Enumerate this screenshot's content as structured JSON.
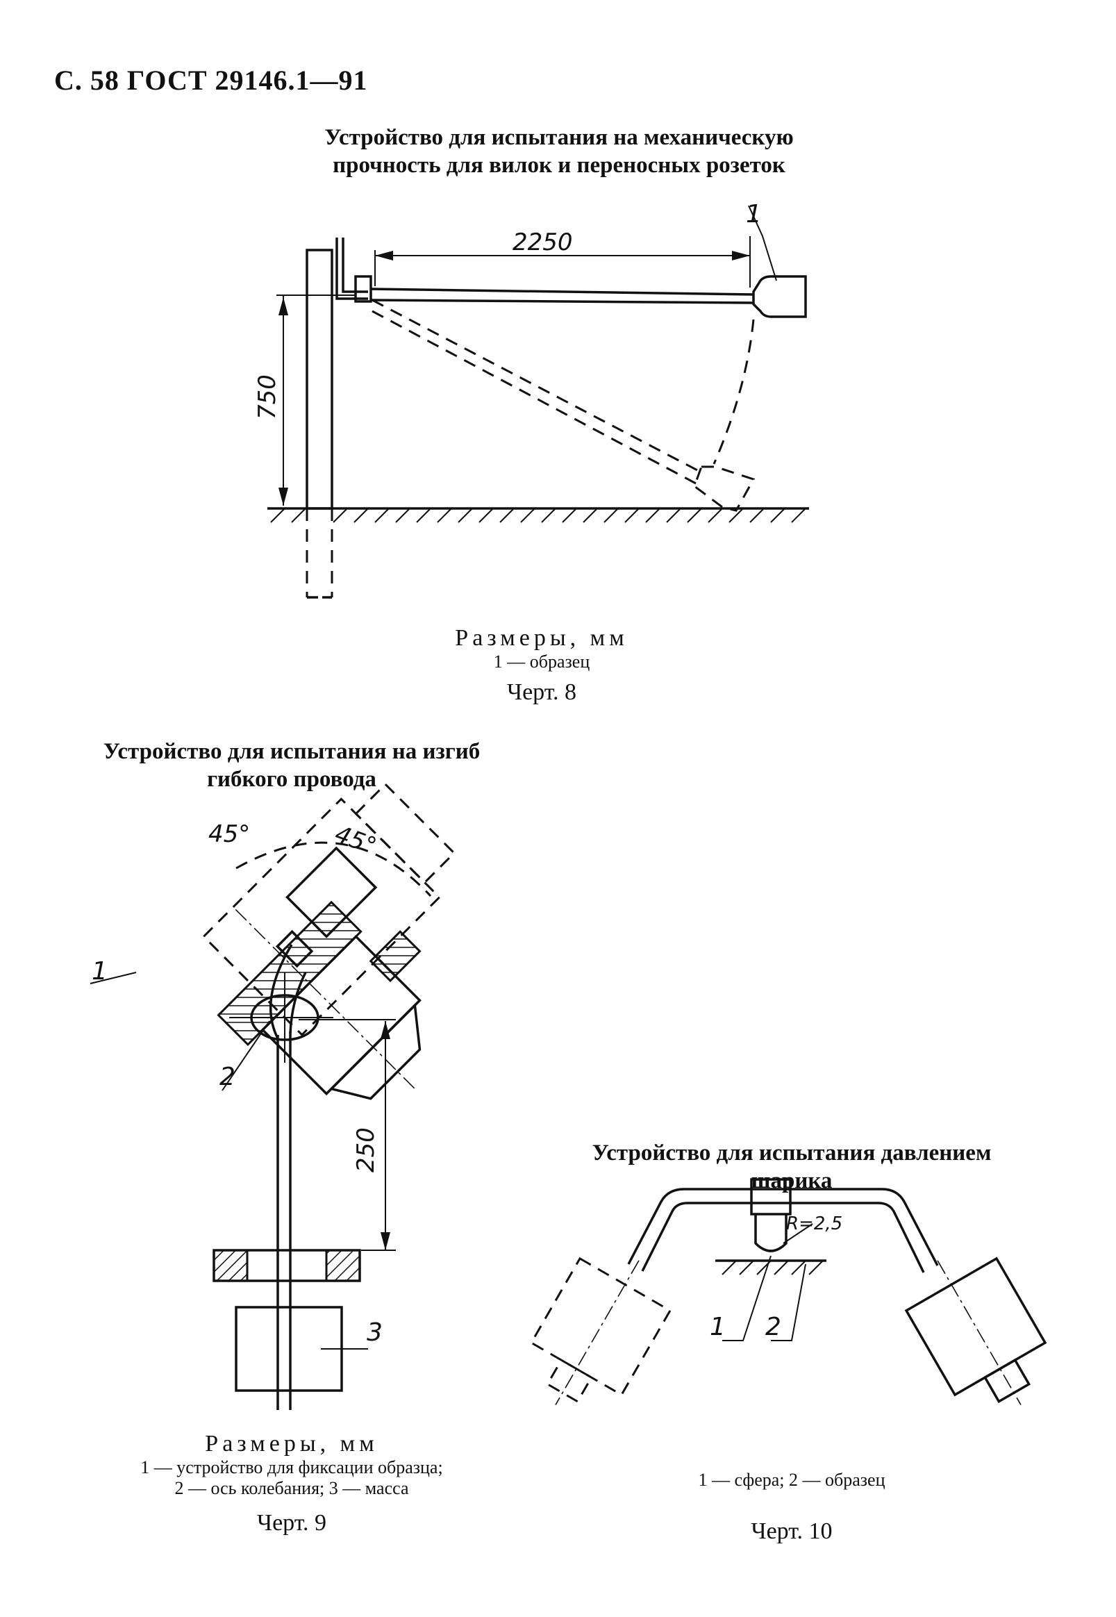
{
  "header": "С. 58 ГОСТ 29146.1—91",
  "fig8": {
    "title_line1": "Устройство для испытания на механическую",
    "title_line2": "прочность для вилок и переносных розеток",
    "dim_length": "2250",
    "dim_height": "750",
    "ref_1": "1",
    "sizes": "Размеры, мм",
    "legend": "1 — образец",
    "caption": "Черт. 8"
  },
  "fig9": {
    "title_line1": "Устройство для испытания на изгиб",
    "title_line2": "гибкого провода",
    "angle_left": "45°",
    "angle_right": "45°",
    "dim_length": "250",
    "ref_1": "1",
    "ref_2": "2",
    "ref_3": "3",
    "sizes": "Размеры, мм",
    "legend_line1": "1 — устройство для фиксации образца;",
    "legend_line2": "2 — ось колебания; 3 — масса",
    "caption": "Черт. 9"
  },
  "fig10": {
    "title_line1": "Устройство для испытания давлением",
    "title_line2": "шарика",
    "radius": "R=2,5",
    "ref_1": "1",
    "ref_2": "2",
    "legend": "1 — сфера; 2 — образец",
    "caption": "Черт. 10"
  }
}
